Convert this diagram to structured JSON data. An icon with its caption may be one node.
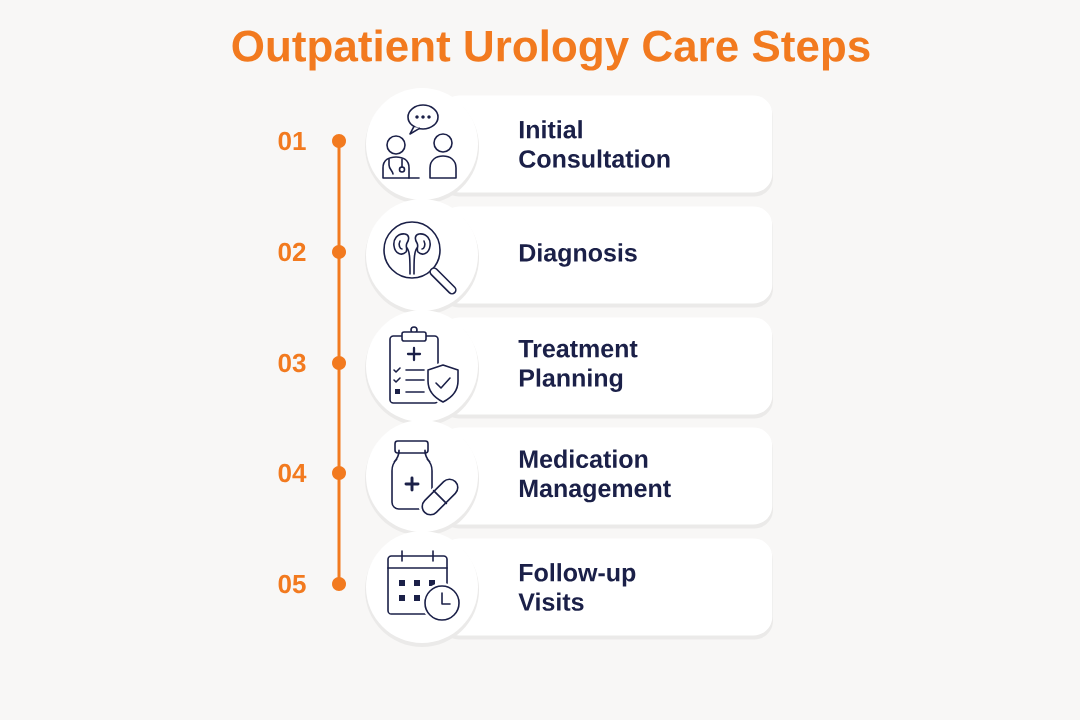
{
  "diagram": {
    "title": "Outpatient Urology Care Steps",
    "nodes": [
      {
        "text": [
          "Initial Consultation"
        ]
      },
      {
        "text": [
          "Diagnosis"
        ]
      },
      {
        "text": [
          "Treatment Planning"
        ]
      },
      {
        "text": [
          "Medication Management"
        ]
      },
      {
        "text": [
          "Follow-up Visits"
        ]
      }
    ],
    "labels": [
      "01",
      "02",
      "03",
      "04",
      "05"
    ]
  }
}
